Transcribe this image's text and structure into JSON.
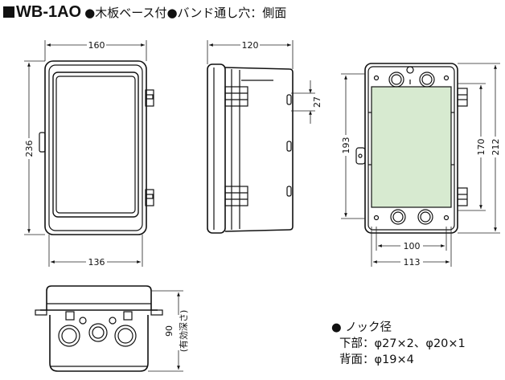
{
  "header": {
    "model": "WB-1AO",
    "description": "●木板ベース付●バンド通し穴：側面"
  },
  "dimensions": {
    "front_width_top": "160",
    "front_height_left": "236",
    "front_width_bottom": "136",
    "side_depth": "120",
    "side_band_spacing": "27",
    "back_height_193": "193",
    "back_height_170": "170",
    "back_height_212": "212",
    "back_width_100": "100",
    "back_width_113": "113",
    "bottom_depth": "90",
    "bottom_depth_note": "(有効深さ)"
  },
  "notes": {
    "title": "● ノック径",
    "line1": "下部：φ27×2、φ20×1",
    "line2": "背面：φ19×4"
  },
  "colors": {
    "mounting_board": "#d7ead0",
    "line": "#111111",
    "dim_line": "#222222"
  }
}
